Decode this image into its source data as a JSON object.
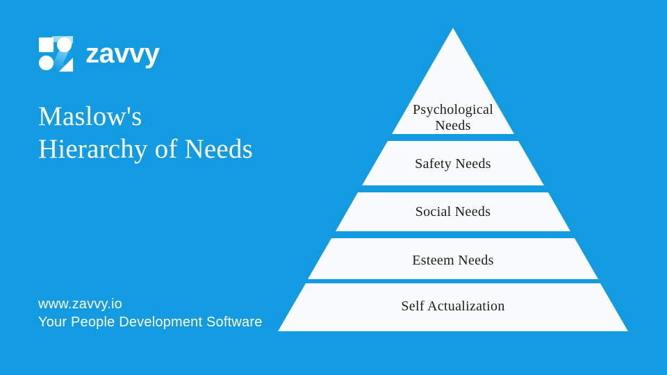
{
  "colors": {
    "background": "#129be1",
    "tier_fill": "#fafbfc",
    "tier_text": "#1c1c1c",
    "text_on_blue": "#ffffff",
    "logo_gradient_light": "#aee4fa",
    "logo_gradient_dark": "#129be1"
  },
  "brand": {
    "wordmark": "zavvy"
  },
  "title": {
    "line1": "Maslow's",
    "line2": "Hierarchy of Needs"
  },
  "footer": {
    "website": "www.zavvy.io",
    "tagline": "Your People Development Software"
  },
  "pyramid": {
    "levels": [
      {
        "rank": 1,
        "label": "Psychological Needs",
        "line1": "Psychological",
        "line2": "Needs"
      },
      {
        "rank": 2,
        "label": "Safety Needs"
      },
      {
        "rank": 3,
        "label": "Social Needs"
      },
      {
        "rank": 4,
        "label": "Esteem Needs"
      },
      {
        "rank": 5,
        "label": "Self Actualization"
      }
    ]
  },
  "chart_data": {
    "type": "pyramid",
    "title": "Maslow's Hierarchy of Needs",
    "levels_top_to_bottom": [
      "Psychological Needs",
      "Safety Needs",
      "Social Needs",
      "Esteem Needs",
      "Self Actualization"
    ],
    "layout_hints": {
      "orientation": "apex-top",
      "tier_count": 5,
      "separator": "background-colored gaps between tiers"
    }
  }
}
